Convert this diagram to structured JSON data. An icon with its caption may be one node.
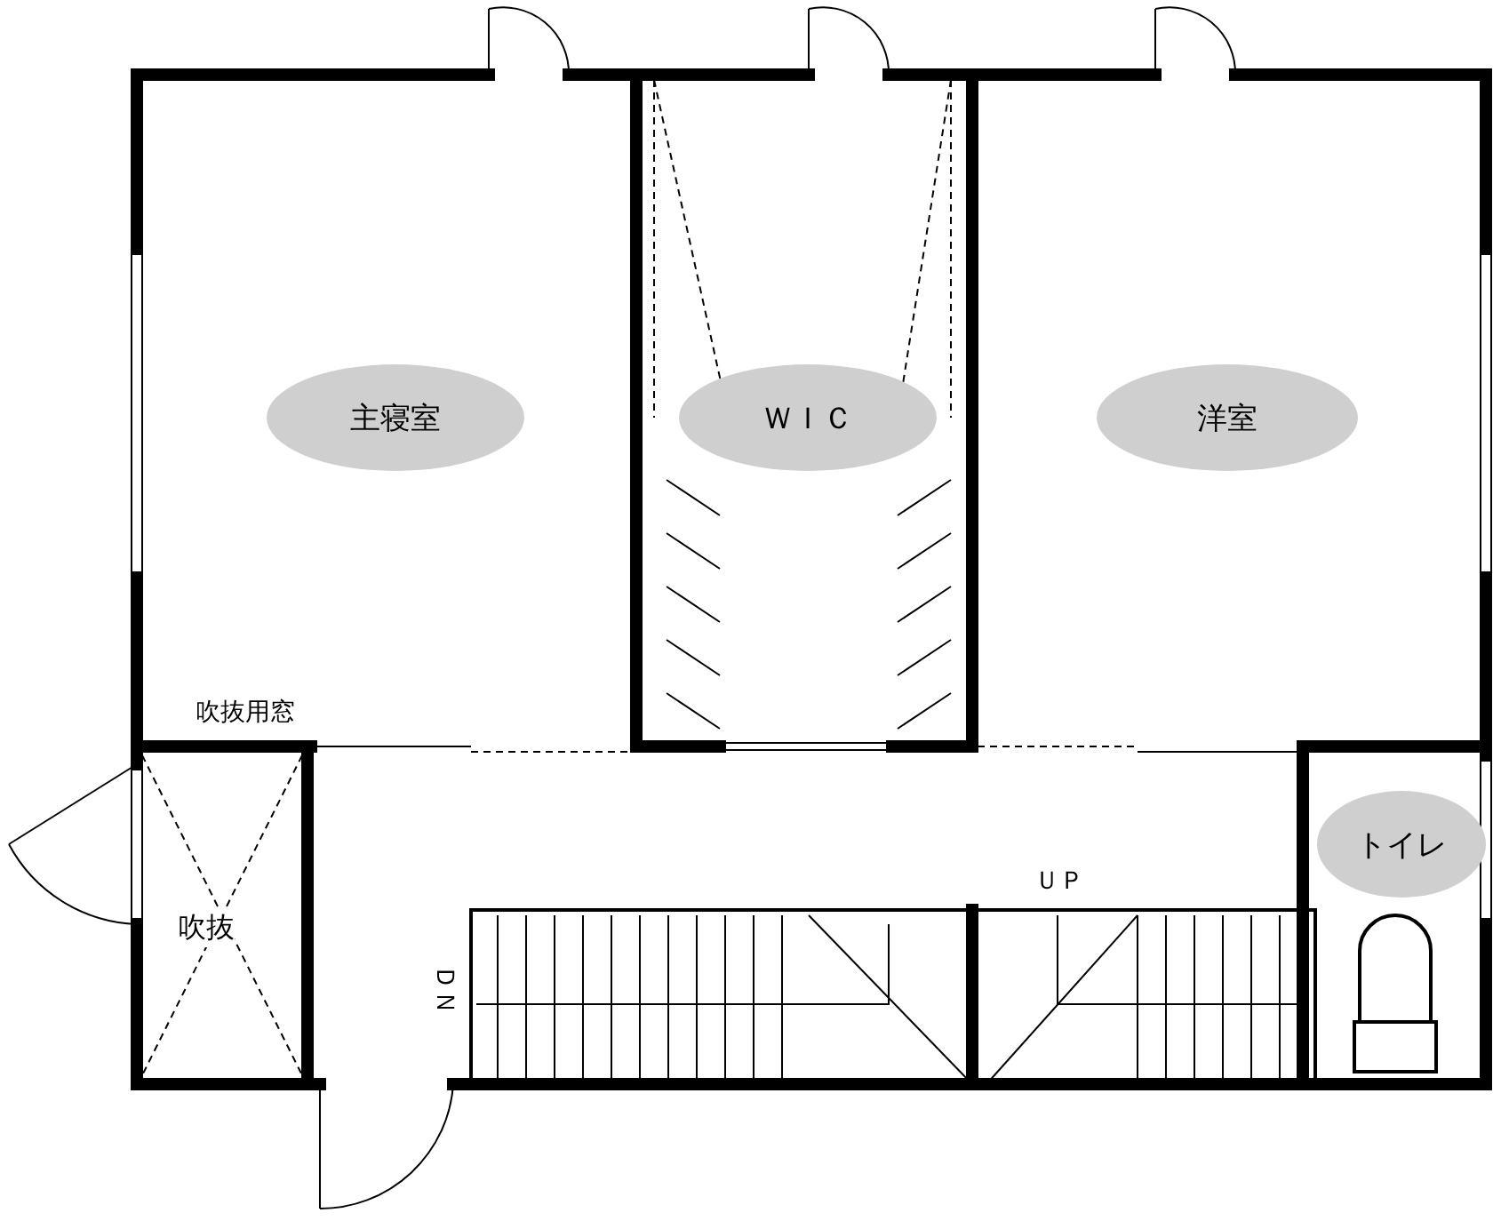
{
  "diagram": {
    "nodes": [
      {
        "text": [
          "主寝室"
        ]
      },
      {
        "text": [
          "ＷＩＣ"
        ]
      },
      {
        "text": [
          "洋室"
        ]
      },
      {
        "text": [
          "トイレ"
        ]
      }
    ],
    "labels": [
      "吹抜用窓",
      "吹抜",
      "ＵＰ",
      "ＤＮ"
    ]
  }
}
